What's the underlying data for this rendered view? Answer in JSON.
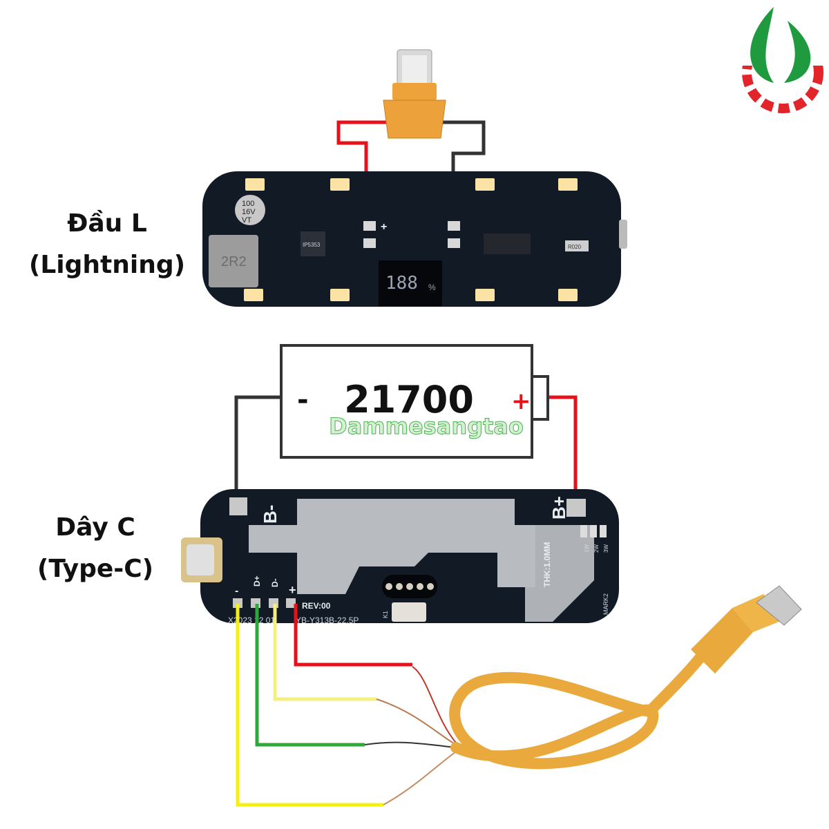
{
  "labels": {
    "top_board_title": "Đầu L",
    "top_board_subtitle": "(Lightning)",
    "bottom_board_title": "Dây C",
    "bottom_board_subtitle": "(Type-C)"
  },
  "battery": {
    "model": "21700",
    "minus": "-",
    "plus": "+",
    "watermark": "Dammesangtao"
  },
  "top_pcb": {
    "capacitor": [
      "100",
      "16V",
      "VT"
    ],
    "inductor": "2R2",
    "chip": "IP5353",
    "display": "188",
    "display_unit": "%",
    "pad_plus": "+",
    "resistor": "R020"
  },
  "bottom_pcb": {
    "b_minus": "B-",
    "b_plus": "B+",
    "pad_labels": [
      "-",
      "D+",
      "D-",
      "+"
    ],
    "rev": "REV:00",
    "date": "X2023 12 01",
    "model": "YB-Y313B-22.5P",
    "thickness": "THK:1.0MM",
    "mark": "MARK2",
    "watts": [
      "1W",
      "2W",
      "3W"
    ],
    "switch": "K1"
  },
  "colors": {
    "wire_red": "#e8101a",
    "wire_black": "#333333",
    "wire_yellow": "#f5f010",
    "wire_light_yellow": "#f7ee80",
    "wire_green": "#2fa83a",
    "pcb": "#121a26",
    "cable": "#e9a93c",
    "logo_green": "#1f9a3e",
    "logo_red": "#e2242b"
  }
}
